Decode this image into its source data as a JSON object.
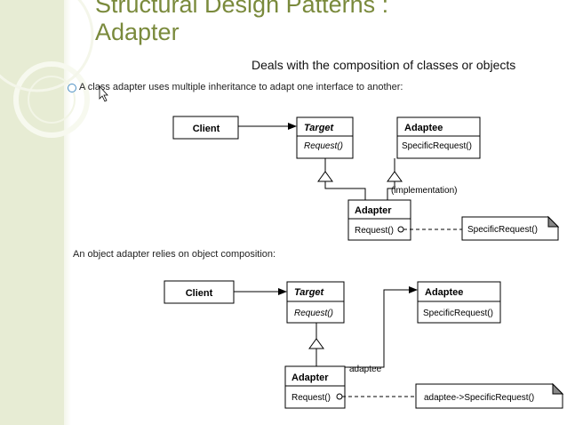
{
  "slide": {
    "title_line1": "Structural Design Patterns :",
    "title_line2": "Adapter",
    "subtitle": "Deals with the composition of classes or objects"
  },
  "class_adapter": {
    "caption": "A class adapter uses multiple inheritance to adapt one interface to another:",
    "client": "Client",
    "target": "Target",
    "target_op": "Request()",
    "adaptee": "Adaptee",
    "adaptee_op": "SpecificRequest()",
    "adapter": "Adapter",
    "adapter_op": "Request()",
    "relation_label": "(implementation)",
    "note": "SpecificRequest()"
  },
  "object_adapter": {
    "caption": "An object adapter relies on object composition:",
    "client": "Client",
    "target": "Target",
    "target_op": "Request()",
    "adaptee": "Adaptee",
    "adaptee_op": "SpecificRequest()",
    "adapter": "Adapter",
    "adapter_op": "Request()",
    "relation_label": "adaptee",
    "note": "adaptee->SpecificRequest()"
  },
  "colors": {
    "title": "#7a8a3c",
    "band": "#e7ecd4"
  }
}
